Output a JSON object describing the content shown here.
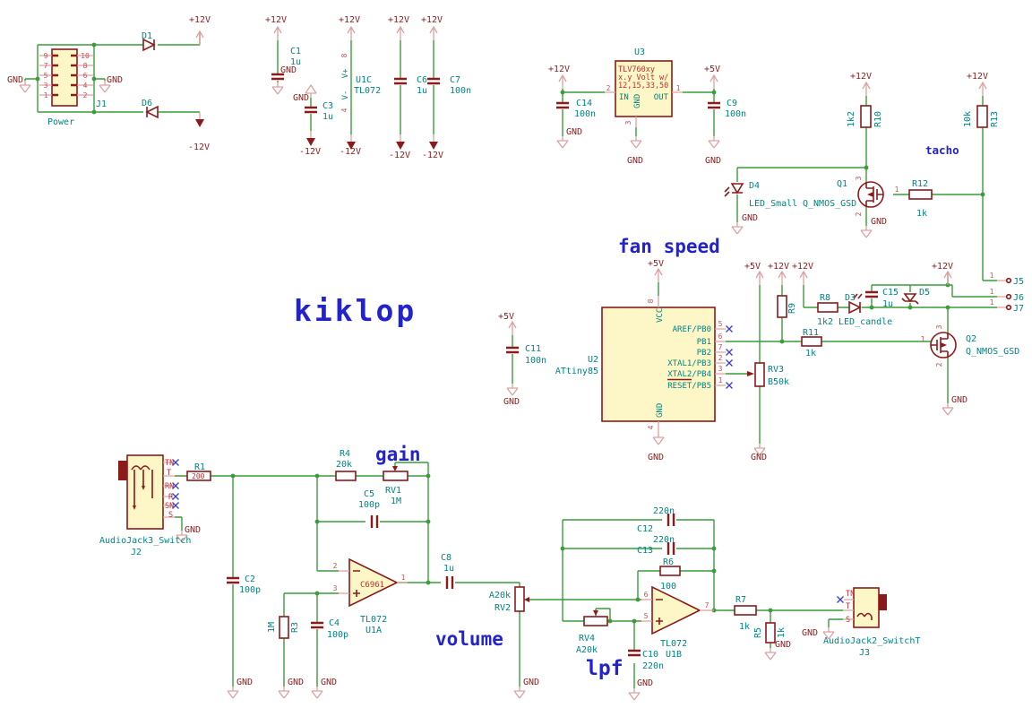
{
  "title": "kiklop",
  "annotations": {
    "fan_speed": "fan speed",
    "tacho": "tacho",
    "gain": "gain",
    "volume": "volume",
    "lpf": "lpf"
  },
  "nets": {
    "p12": "+12V",
    "n12": "-12V",
    "p5": "+5V",
    "gnd": "GND"
  },
  "pins": {
    "1": "1",
    "2": "2",
    "3": "3",
    "4": "4",
    "5": "5",
    "6": "6",
    "7": "7",
    "8": "8",
    "9": "9",
    "10": "10"
  },
  "components": {
    "J1": {
      "ref": "J1",
      "value": "Power"
    },
    "D1": {
      "ref": "D1"
    },
    "D6": {
      "ref": "D6"
    },
    "C1": {
      "ref": "C1",
      "value": "1u"
    },
    "C3": {
      "ref": "C3",
      "value": "1u"
    },
    "U1C": {
      "ref": "U1C",
      "value": "TL072",
      "vplus": "V+",
      "vminus": "V-"
    },
    "C6": {
      "ref": "C6",
      "value": "1u"
    },
    "C7": {
      "ref": "C7",
      "value": "100n"
    },
    "U3": {
      "ref": "U3",
      "line1": "TLV760xy",
      "line2": "x.y Volt w/",
      "line3": "12,15,33,50",
      "pin_in": "IN",
      "pin_out": "OUT",
      "pin_gnd": "GND"
    },
    "C14": {
      "ref": "C14",
      "value": "100n"
    },
    "C9": {
      "ref": "C9",
      "value": "100n"
    },
    "R10": {
      "ref": "R10",
      "value": "1k2"
    },
    "R13": {
      "ref": "R13",
      "value": "10k"
    },
    "R12": {
      "ref": "R12",
      "value": "1k"
    },
    "Q1": {
      "ref": "Q1",
      "value": "Q_NMOS_GSD"
    },
    "D4": {
      "ref": "D4",
      "value": "LED_Small"
    },
    "U2": {
      "ref": "U2",
      "value": "ATtiny85",
      "vcc": "VCC",
      "gnd": "GND",
      "pins": [
        {
          "num": "5",
          "name": "AREF/PB0"
        },
        {
          "num": "6",
          "name": "PB1"
        },
        {
          "num": "7",
          "name": "PB2"
        },
        {
          "num": "2",
          "name": "XTAL1/PB3"
        },
        {
          "num": "3",
          "name": "XTAL2/PB4"
        },
        {
          "num": "1",
          "name": "RESET/PB5"
        }
      ]
    },
    "C11": {
      "ref": "C11",
      "value": "100n"
    },
    "R9": {
      "ref": "R9"
    },
    "R8": {
      "ref": "R8",
      "value": "1k2"
    },
    "D3": {
      "ref": "D3",
      "value": "LED_candle"
    },
    "C15": {
      "ref": "C15",
      "value": "1u"
    },
    "D5": {
      "ref": "D5"
    },
    "R11": {
      "ref": "R11",
      "value": "1k"
    },
    "RV3": {
      "ref": "RV3",
      "value": "B50k"
    },
    "Q2": {
      "ref": "Q2",
      "value": "Q_NMOS_GSD"
    },
    "J5": {
      "ref": "J5"
    },
    "J6": {
      "ref": "J6"
    },
    "J7": {
      "ref": "J7"
    },
    "J2": {
      "ref": "J2",
      "value": "AudioJack3_Switch",
      "pins": [
        "TN",
        "T",
        "RN",
        "R",
        "SN",
        "S"
      ]
    },
    "R1": {
      "ref": "R1",
      "value": "200"
    },
    "R4": {
      "ref": "R4",
      "value": "20k"
    },
    "RV1": {
      "ref": "RV1",
      "value": "1M"
    },
    "C5": {
      "ref": "C5",
      "value": "100p"
    },
    "C2": {
      "ref": "C2",
      "value": "100p"
    },
    "R3": {
      "ref": "R3",
      "value": "1M"
    },
    "C4": {
      "ref": "C4",
      "value": "100p"
    },
    "U1A": {
      "ref": "U1A",
      "value": "TL072",
      "inner": "C6961"
    },
    "C8": {
      "ref": "C8",
      "value": "1u"
    },
    "RV2": {
      "ref": "RV2",
      "value": "A20k"
    },
    "C12": {
      "ref": "C12",
      "value": "220n"
    },
    "C13": {
      "ref": "C13",
      "value": "220n"
    },
    "R6": {
      "ref": "R6",
      "value": "100"
    },
    "RV4": {
      "ref": "RV4",
      "value": "A20k"
    },
    "U1B": {
      "ref": "U1B",
      "value": "TL072"
    },
    "C10": {
      "ref": "C10",
      "value": "220n"
    },
    "R7": {
      "ref": "R7",
      "value": "1k"
    },
    "R5": {
      "ref": "R5",
      "value": "1k"
    },
    "J3": {
      "ref": "J3",
      "value": "AudioJack2_SwitchT",
      "pins": [
        "TN",
        "T",
        "S"
      ]
    }
  },
  "colors": {
    "wire": "#3a9c3a",
    "sym": "#8c1a1a",
    "fill": "#fdf7c8",
    "field": "#008484",
    "net": "#8c2020",
    "pinnum": "#c85050",
    "redtext": "#c03030",
    "blue": "#2323cd",
    "ncblue": "#3a3ad0",
    "pin": "#dfa0a0"
  }
}
